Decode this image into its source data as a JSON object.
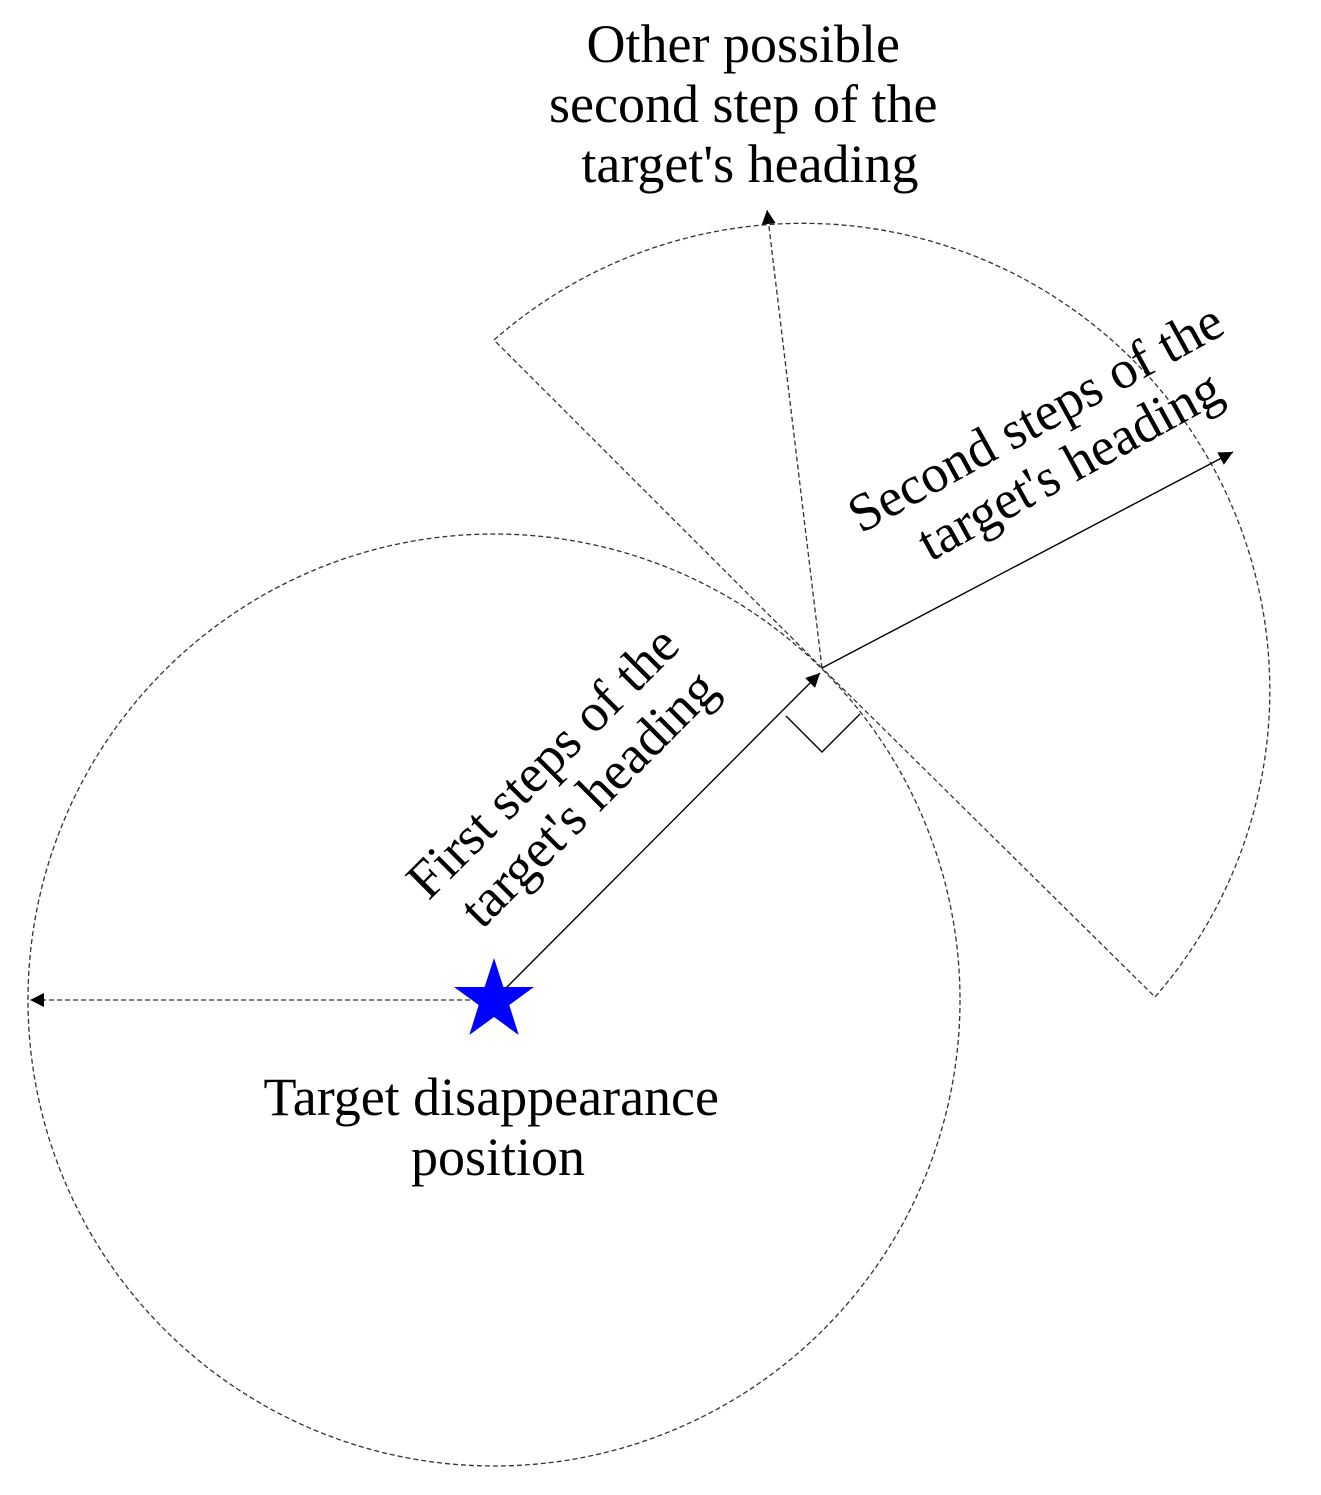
{
  "labels": {
    "other_step": [
      "Other possible",
      "second step of the",
      "target's heading"
    ],
    "second_steps": [
      "Second steps of the",
      "target's heading"
    ],
    "first_steps": [
      "First steps of the",
      "target's heading"
    ],
    "disappearance": [
      "Target disappearance",
      "position"
    ]
  },
  "colors": {
    "star": "#0000ff",
    "lines": "#000000",
    "dashed": "#333333"
  },
  "icons": {
    "target_marker": "star-icon"
  }
}
